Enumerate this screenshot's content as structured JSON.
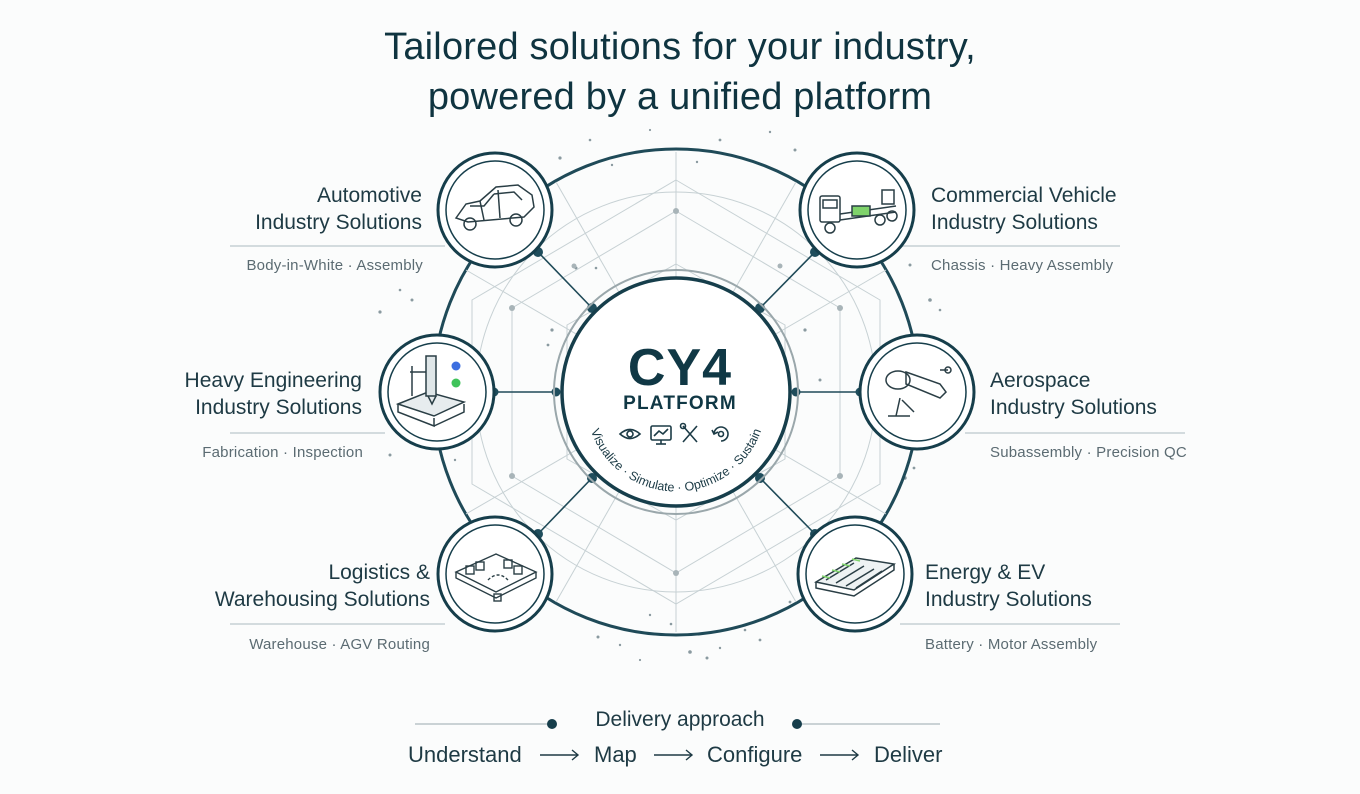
{
  "header": {
    "title_line1": "Tailored solutions for your industry,",
    "title_line2": "powered by a unified platform"
  },
  "platform": {
    "name": "CY4",
    "subtitle": "PLATFORM",
    "capabilities": "Visualize · Simulate · Optimize · Sustain"
  },
  "industries": {
    "automotive": {
      "line1": "Automotive",
      "line2": "Industry Solutions",
      "tags": "Body-in-White · Assembly"
    },
    "commercial": {
      "line1": "Commercial Vehicle",
      "line2": "Industry Solutions",
      "tags": "Chassis · Heavy Assembly"
    },
    "heavy": {
      "line1": "Heavy Engineering",
      "line2": "Industry Solutions",
      "tags": "Fabrication · Inspection"
    },
    "aerospace": {
      "line1": "Aerospace",
      "line2": "Industry Solutions",
      "tags": "Subassembly · Precision QC"
    },
    "logistics": {
      "line1": "Logistics &",
      "line2": "Warehousing Solutions",
      "tags": "Warehouse · AGV Routing"
    },
    "energy": {
      "line1": "Energy & EV",
      "line2": "Industry Solutions",
      "tags": "Battery · Motor Assembly"
    }
  },
  "delivery": {
    "title": "Delivery approach",
    "steps": [
      "Understand",
      "Map",
      "Configure",
      "Deliver"
    ]
  },
  "colors": {
    "primary": "#0f3440",
    "node": "#1f4d5c",
    "green": "#7fd36b",
    "blue": "#3d6fe0",
    "dot_green": "#3fc35a"
  },
  "icons": [
    "car-body-icon",
    "truck-chassis-icon",
    "machine-tool-icon",
    "jet-engine-icon",
    "warehouse-icon",
    "battery-pack-icon",
    "eye-icon",
    "monitor-chart-icon",
    "tools-icon",
    "recycle-icon"
  ]
}
